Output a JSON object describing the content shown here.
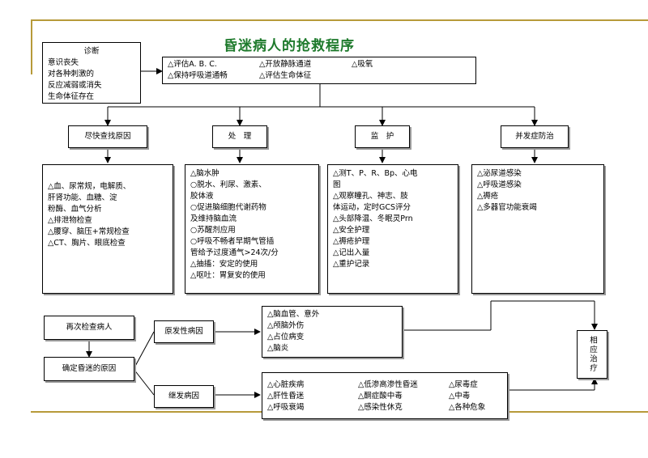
{
  "title": "昏迷病人的抢救程序",
  "diagnosis": {
    "heading": "诊断",
    "lines": [
      "意识丧失",
      "对各种刺激的",
      "反应减弱或消失",
      "生命体征存在"
    ]
  },
  "assessment": {
    "items": [
      "△评估A. B. C.",
      "△开放静脉通道",
      "△吸氧",
      "△保持呼吸道通畅",
      "△评估生命体征"
    ]
  },
  "branches": [
    {
      "label": "尽快查找原因",
      "lines": [
        "△血、尿常规，电解质、",
        "  肝肾功能、血糖、淀",
        "  粉酶、血气分析",
        "△排泄物检查",
        "△腰穿、脑压+常规检查",
        "△CT、胸片、眼底检查"
      ]
    },
    {
      "label": "处　理",
      "lines": [
        "△脑水肿",
        "  ○脱水、利尿、激素、",
        "    胶体液",
        "  ○促进脑细胞代谢药物",
        "    及维持脑血流",
        "  ○苏醒剂应用",
        "  ○呼吸不畅者早期气管插",
        "   管给予过度通气>24次/分",
        "△抽搐：安定的使用",
        "△呕吐：胃复安的使用"
      ]
    },
    {
      "label": "监　护",
      "lines": [
        "△测T、P、R、Bp、心电",
        "  图",
        "△观察瞳孔、神志、肢",
        "  体运动，定时GCS评分",
        "△头部降温、冬眠灵Prn",
        "△安全护理",
        "△褥疮护理",
        "△记出入量",
        "△重护记录"
      ]
    },
    {
      "label": "并发症防治",
      "lines": [
        "△泌尿道感染",
        "△呼吸道感染",
        "△褥疮",
        "△多器官功能衰竭"
      ]
    }
  ],
  "recheck": "再次检查病人",
  "determine": "确定昏迷的原因",
  "primary": {
    "label": "原发性病因",
    "lines": [
      "△脑血管、意外",
      "△颅脑外伤",
      "△占位病变",
      "△脑炎"
    ]
  },
  "secondary": {
    "label": "继发病因",
    "cols": [
      [
        "△心脏疾病",
        "△肝性昏迷",
        "△呼吸衰竭"
      ],
      [
        "△低渗高渗性昏迷",
        "△酮症酸中毒",
        "△感染性休克"
      ],
      [
        "△尿毒症",
        "△中毒",
        "△各种危象"
      ]
    ]
  },
  "treatment": "相应治疗"
}
